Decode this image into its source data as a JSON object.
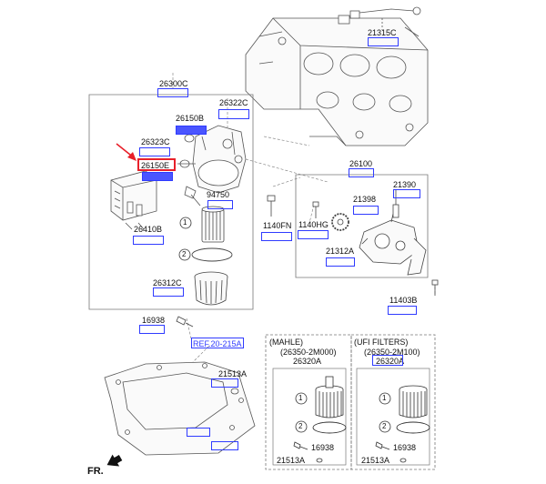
{
  "labels": {
    "p21315c": "21315C",
    "p26300c": "26300C",
    "p26322c": "26322C",
    "p26150b": "26150B",
    "p26323c": "26323C",
    "p26150e": "26150E",
    "p94750": "94750",
    "p26410b": "26410B",
    "p26312c": "26312C",
    "p26100": "26100",
    "p21390": "21390",
    "p21398": "21398",
    "p1140fn": "1140FN",
    "p1140hg": "1140HG",
    "p21312a": "21312A",
    "p11403b": "11403B",
    "p16938": "16938",
    "ref": "REF.20-215A",
    "p21513a": "21513A",
    "mahle": "(MAHLE)",
    "mahle_code": "(26350-2M000)",
    "mahle_part": "26320A",
    "ufi": "(UFI FILTERS)",
    "ufi_code": "(26350-2M100)",
    "ufi_part": "26320A",
    "kit_16938_a": "16938",
    "kit_21513a_a": "21513A",
    "kit_16938_b": "16938",
    "kit_21513a_b": "21513A",
    "fr": "FR.",
    "n1": "1",
    "n2": "2",
    "k1a": "1",
    "k2a": "2",
    "k1b": "1",
    "k2b": "2"
  },
  "colors": {
    "highlight_box": "#2f3bff",
    "highlight_fill": "#4a55ff",
    "selected": "#e8202a",
    "line": "#555555"
  },
  "icons": {
    "arrow": "red-callout-arrow",
    "forward": "front-direction-arrow"
  }
}
